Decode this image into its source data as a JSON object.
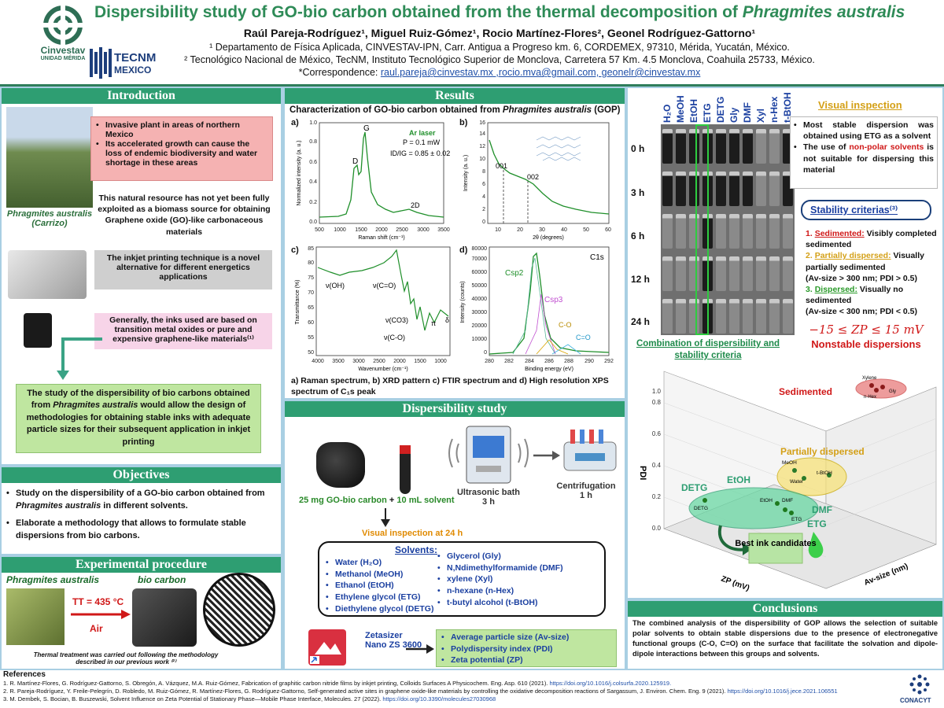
{
  "header": {
    "title_main": "Dispersibility study of GO-bio carbon obtained from the thermal decomposition of ",
    "title_italic": "Phragmites australis",
    "authors": "Raúl Pareja-Rodríguez¹, Miguel Ruiz-Gómez¹, Rocio Martínez-Flores², Geonel Rodríguez-Gattorno¹",
    "aff1": "¹ Departamento de Física Aplicada, CINVESTAV-IPN, Carr. Antigua a Progreso km. 6, CORDEMEX, 97310, Mérida, Yucatán, México.",
    "aff2": "² Tecnológico Nacional de México, TecNM, Instituto Tecnológico Superior de Monclova, Carretera 57 Km. 4.5 Monclova, Coahuila 25733, México.",
    "corr_label": "*Correspondence: ",
    "corr_emails": "raul.pareja@cinvestav.mx ,rocio.mva@gmail.com, geonelr@cinvestav.mx",
    "logo1_text": "Cinvestav",
    "logo1_sub": "UNIDAD MÉRIDA",
    "logo2_text": "TECNM",
    "logo2_sub": "MEXICO"
  },
  "intro": {
    "heading": "Introduction",
    "plant_caption": "Phragmites australis (Carrizo)",
    "bullet1": "Invasive plant in areas of northern Mexico",
    "bullet2": "Its accelerated growth can cause the loss of endemic biodiversity and water shortage in these areas",
    "resource": "This natural resource has not yet been fully exploited as a biomass source for obtaining Graphene oxide (GO)-like carbonaceous materials",
    "inkjet": "The inkjet printing technique is a novel alternative for different energetics applications",
    "inks": "Generally, the inks used are based on transition metal oxides or pure and expensive graphene-like materials⁽¹⁾",
    "study_a": "The study of the dispersibility of bio carbons obtained from ",
    "study_i": "Phragmites australis",
    "study_b": " would allow the design of methodologies for obtaining stable inks with adequate particle sizes for their subsequent application in inkjet printing"
  },
  "objectives": {
    "heading": "Objectives",
    "o1_a": "Study on the dispersibility of a GO-bio carbon obtained from ",
    "o1_i": "Phragmites australis",
    "o1_b": " in different solvents.",
    "o2": "Elaborate a methodology that allows to formulate stable dispersions from bio carbons."
  },
  "experimental": {
    "heading": "Experimental procedure",
    "label_plant": "Phragmites australis",
    "label_carbon": "bio carbon",
    "temp": "TT = 435 °C",
    "air": "Air",
    "note": "Thermal treatment was carried out following the methodology described in our previous work ⁽²⁾"
  },
  "results": {
    "heading": "Results",
    "subtitle_a": "Characterization of GO-bio carbon obtained from ",
    "subtitle_i": "Phragmites australis",
    "subtitle_b": " (GOP)",
    "caption": "a) Raman spectrum,  b) XRD pattern c) FTIR spectrum and d)  High resolution XPS spectrum of C₁s peak",
    "panel_a": "a)",
    "panel_b": "b)",
    "panel_c": "c)",
    "panel_d": "d)",
    "raman": {
      "ylabel": "Normalized intensity (a. u.)",
      "xlabel": "Raman shift (cm⁻¹)",
      "laser": "Ar laser",
      "power": "P = 0.1 mW",
      "ratio": "ID/IG = 0.85 ± 0.02",
      "D": "D",
      "G": "G",
      "2D": "2D",
      "xticks": [
        "500",
        "1000",
        "1500",
        "2000",
        "2500",
        "3000",
        "3500"
      ],
      "yticks": [
        "0.0",
        "0.2",
        "0.4",
        "0.6",
        "0.8",
        "1.0"
      ]
    },
    "xrd": {
      "ylabel": "Intensity (a. u.)",
      "xlabel": "2θ (degrees)",
      "p1": "001",
      "p2": "002",
      "xticks": [
        "10",
        "20",
        "30",
        "40",
        "50",
        "60"
      ],
      "yticks": [
        "0",
        "2",
        "4",
        "6",
        "8",
        "10",
        "12",
        "14",
        "16"
      ]
    },
    "ftir": {
      "ylabel": "Transmittance (%)",
      "xlabel": "Wavenumber (cm⁻¹)",
      "oh": "ν(OH)",
      "co": "ν(C=O)",
      "co3": "ν(CO3)",
      "c_o": "ν(C-O)",
      "pi": "π",
      "delta": "δ",
      "xticks": [
        "4000",
        "3500",
        "3000",
        "2500",
        "2000",
        "1500",
        "1000"
      ],
      "yticks": [
        "50",
        "55",
        "60",
        "65",
        "70",
        "75",
        "80",
        "85"
      ]
    },
    "xps": {
      "ylabel": "Intensity (counts)",
      "xlabel": "Binding energy (eV)",
      "peak": "C1s",
      "csp2": "Csp2",
      "csp3": "Csp3",
      "co": "C-O",
      "c_eq_o": "C=O",
      "xticks": [
        "280",
        "282",
        "284",
        "286",
        "288",
        "290",
        "292"
      ],
      "yticks": [
        "0",
        "10000",
        "20000",
        "30000",
        "40000",
        "50000",
        "60000",
        "70000",
        "80000"
      ]
    }
  },
  "dispersibility": {
    "heading": "Dispersibility study",
    "sample": "25 mg GO-bio carbon",
    "plus": " + ",
    "solvent": "10 mL solvent",
    "bath": "Ultrasonic bath",
    "bath_time": "3 h",
    "centri": "Centrifugation",
    "centri_time": "1 h",
    "visual": "Visual inspection at 24 h",
    "solvents_title": "Solvents:",
    "solvents_left": [
      "Water (H₂O)",
      "Methanol (MeOH)",
      "Ethanol (EtOH)",
      "Ethylene glycol (ETG)",
      "Diethylene glycol (DETG)"
    ],
    "solvents_right": [
      "Glycerol (Gly)",
      "N,Ndimethylformamide (DMF)",
      "xylene (Xyl)",
      "n-hexane (n-Hex)",
      "t-butyl alcohol (t-BtOH)"
    ],
    "zetasizer": "Zetasizer",
    "zeta_model": "Nano ZS 3600",
    "params": [
      "Average particle size (Av-size)",
      "Polydispersity index (PDI)",
      "Zeta potential (ZP)"
    ]
  },
  "visual_inspection": {
    "solvent_cols": [
      "H₂O",
      "MeOH",
      "EtOH",
      "ETG",
      "DETG",
      "Gly",
      "DMF",
      "Xyl",
      "n-Hex",
      "t-BtOH"
    ],
    "times": [
      "0 h",
      "3 h",
      "6 h",
      "12 h",
      "24 h"
    ],
    "heading": "Visual inspection",
    "b1": "Most stable dispersion was obtained using ETG as a solvent",
    "b2_a": "The use of ",
    "b2_r": "non-polar solvents",
    "b2_b": " is not suitable for dispersing this material",
    "crit_title": "Stability criterias⁽³⁾",
    "c1_n": "1. ",
    "c1_h": "Sedimented:",
    "c1_t": " Visibly completed sedimented",
    "c2_n": "2. ",
    "c2_h": "Partially dispersed:",
    "c2_t": " Visually partially sedimented",
    "c2_s": "(Av-size > 300 nm; PDI > 0.5)",
    "c3_n": "3. ",
    "c3_h": "Dispersed:",
    "c3_t": " Visually no sedimented",
    "c3_s": "(Av-size < 300 nm; PDI < 0.5)",
    "zp": "−15 ≤ ZP ≤ 15 mV",
    "nonstable": "Nonstable dispersions",
    "combo": "Combination of dispersibility and stability criteria"
  },
  "plot3d": {
    "sedimented": "Sedimented",
    "partial": "Partially dispersed",
    "detg": "DETG",
    "etoh": "EtOH",
    "dmf": "DMF",
    "etg": "ETG",
    "best": "Best ink candidates",
    "pdi_label": "PDI",
    "zp_label": "ZP (mV)",
    "avsize_label": "Av-size (nm)",
    "pts": {
      "xylene": "Xylene",
      "gly": "Gly",
      "nhex": "n-Hex",
      "meoh": "MeOH",
      "water": "Water",
      "tbtoh": "t-BtOH",
      "detg": "DETG",
      "etoh": "EtOH",
      "dmf": "DMF",
      "etg": "ETG"
    },
    "yticks": [
      "0.0",
      "0.2",
      "0.4",
      "0.6",
      "0.8",
      "1.0"
    ]
  },
  "conclusions": {
    "heading": "Conclusions",
    "text": "The combined analysis of the dispersibility of GOP allows the selection of suitable polar solvents to obtain stable dispersions due to the presence of electronegative functional groups (C-O, C=O) on the surface that facilitate the solvation and dipole-dipole interactions between this groups and solvents."
  },
  "references": {
    "heading": "References",
    "r1": "1.  R. Martínez-Flores, G. Rodríguez-Gattorno, S. Obregón, A. Vázquez, M.A. Ruiz-Gómez, Fabrication of graphitic carbon nitride films by inkjet printing, Colloids Surfaces A Physicochem. Eng. Asp. 610 (2021). ",
    "r1_link": "https://doi.org/10.1016/j.colsurfa.2020.125919.",
    "r2": "2.  R. Pareja-Rodríguez, Y. Freile-Pelegrín, D. Robledo, M. Ruiz-Gómez, R. Martínez-Flores, G. Rodríguez-Gattorno, Self-generated active sites in graphene oxide-like materials by controlling the oxidative decomposition reactions of Sargassum, J. Environ. Chem. Eng. 9 (2021). ",
    "r2_link": "https://doi.org/10.1016/j.jece.2021.106551",
    "r3": "3.  M. Dembek, S. Bocian, B. Buszewski, Solvent Influence on Zeta Potential of Stationary Phase—Mobile Phase Interface, Molecules. 27 (2022). ",
    "r3_link": "https://doi.org/10.3390/molecules27030968",
    "conacyt": "CONACYT"
  },
  "colors": {
    "green": "#2e9e72",
    "title_green": "#2e8b57",
    "red": "#d01818",
    "gold": "#d4a017"
  }
}
